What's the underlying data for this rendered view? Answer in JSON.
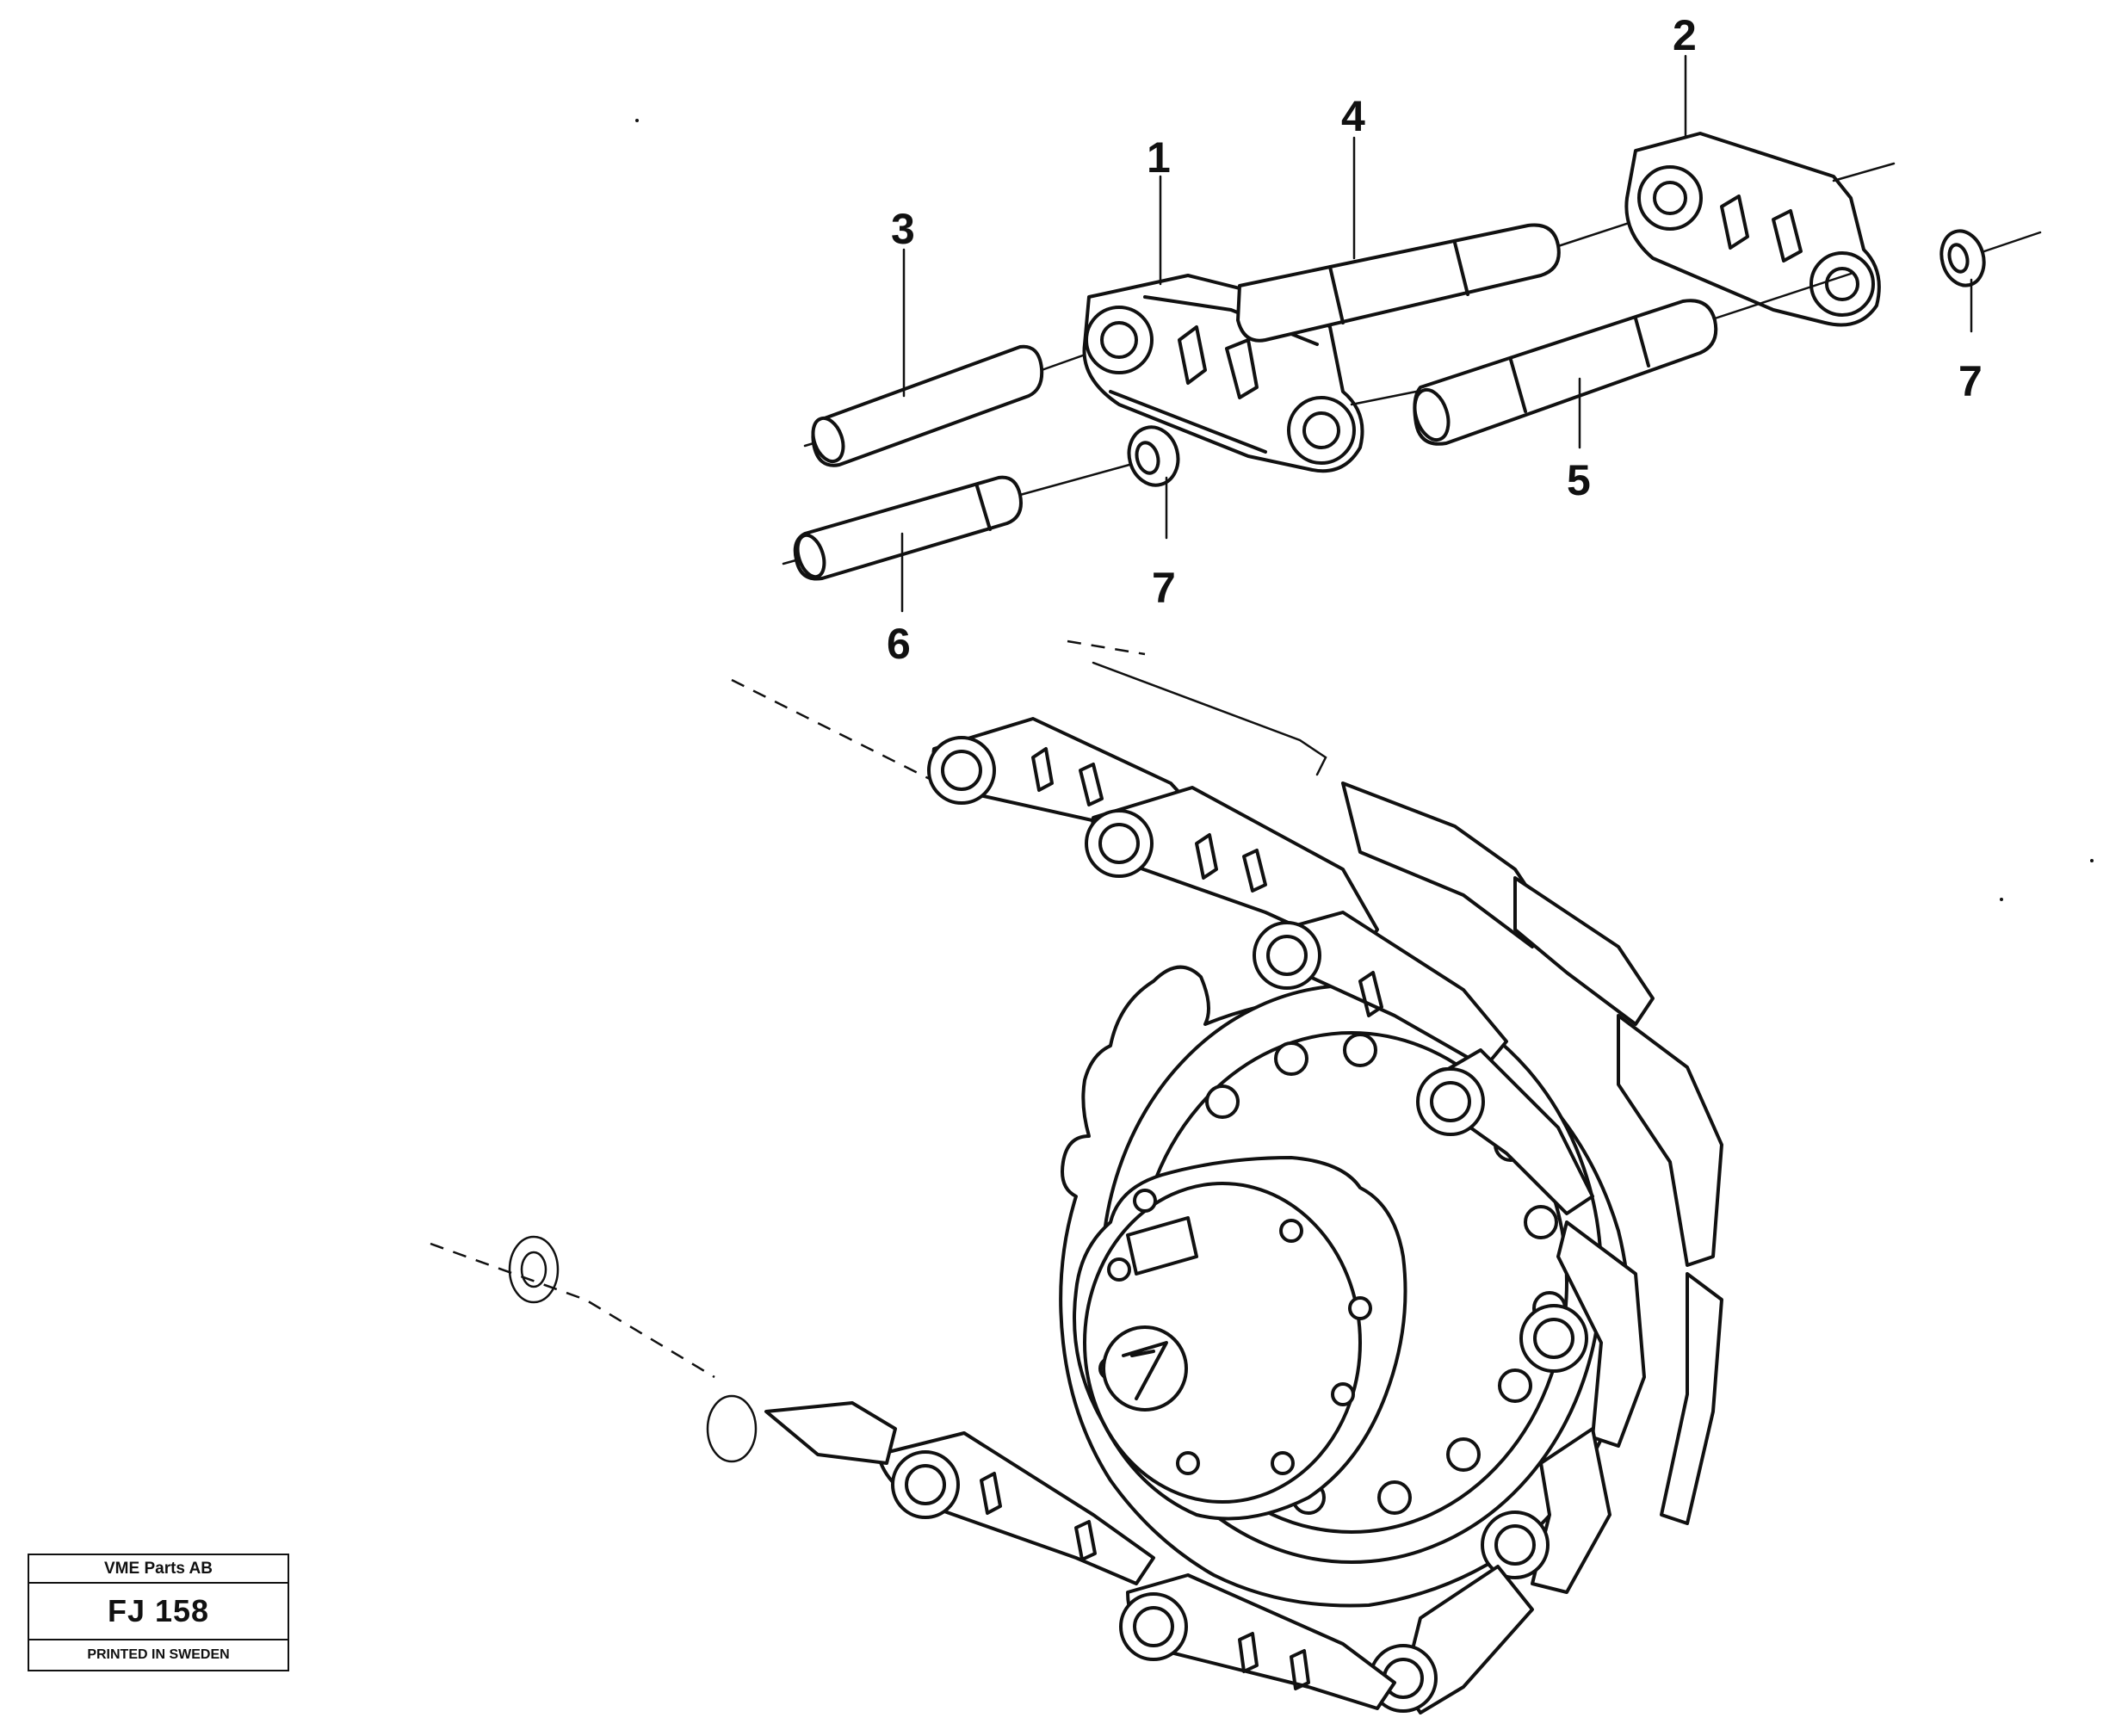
{
  "callouts": [
    {
      "id": "1",
      "label": "1"
    },
    {
      "id": "2",
      "label": "2"
    },
    {
      "id": "3",
      "label": "3"
    },
    {
      "id": "4",
      "label": "4"
    },
    {
      "id": "5",
      "label": "5"
    },
    {
      "id": "6",
      "label": "6"
    },
    {
      "id": "7a",
      "label": "7"
    },
    {
      "id": "7b",
      "label": "7"
    }
  ],
  "stamp": {
    "company": "VME Parts AB",
    "code": "FJ 158",
    "printed": "PRINTED IN SWEDEN"
  }
}
